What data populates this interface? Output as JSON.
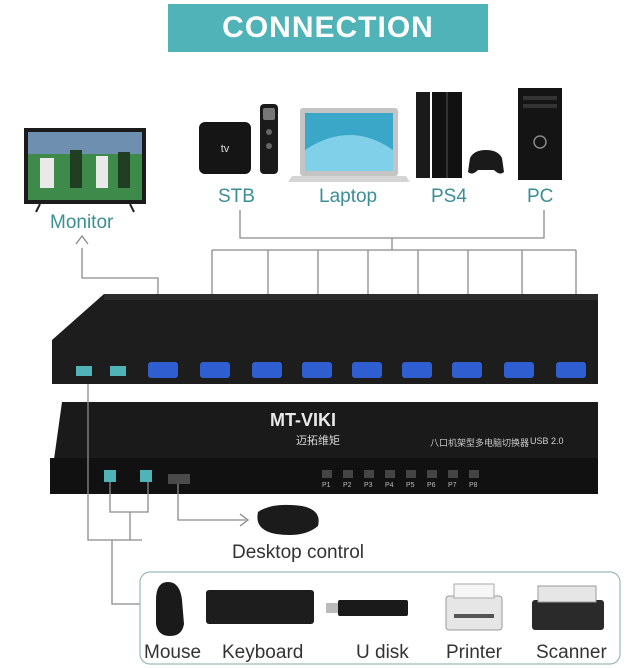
{
  "banner": {
    "title": "CONNECTION"
  },
  "devices": {
    "monitor": "Monitor",
    "stb": "STB",
    "laptop": "Laptop",
    "ps4": "PS4",
    "pc": "PC"
  },
  "kvm": {
    "brand": "MT-VIKI",
    "brand_cn": "迈拓维矩",
    "usb_version": "USB 2.0",
    "subtitle_cn": "八口机架型多电脑切换器",
    "ports": [
      "P1",
      "P2",
      "P3",
      "P4",
      "P5",
      "P6",
      "P7",
      "P8"
    ]
  },
  "desktop_control": "Desktop control",
  "peripherals": {
    "mouse": "Mouse",
    "keyboard": "Keyboard",
    "udisk": "U disk",
    "printer": "Printer",
    "scanner": "Scanner"
  },
  "colors": {
    "accent": "#4fb3b8",
    "line": "#8a8a8a",
    "label": "#3b8e96"
  }
}
